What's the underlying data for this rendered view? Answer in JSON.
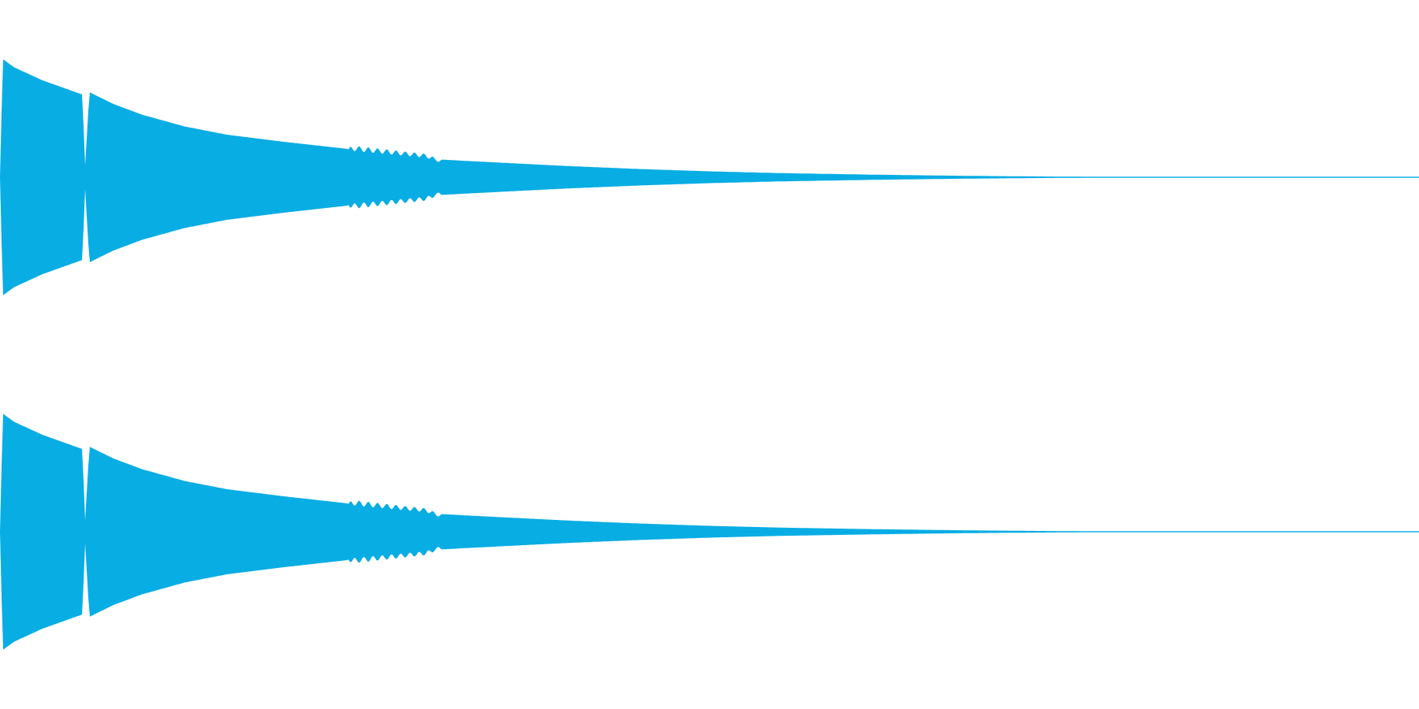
{
  "waveform": {
    "color": "#08ade4",
    "background": "#ffffff",
    "channels": [
      {
        "name": "left"
      },
      {
        "name": "right"
      }
    ],
    "envelope": [
      {
        "t": 0.0,
        "amp": 0.0
      },
      {
        "t": 0.002,
        "amp": 1.0
      },
      {
        "t": 0.01,
        "amp": 0.93
      },
      {
        "t": 0.03,
        "amp": 0.82
      },
      {
        "t": 0.058,
        "amp": 0.7
      },
      {
        "t": 0.06,
        "amp": 0.1
      },
      {
        "t": 0.063,
        "amp": 0.72
      },
      {
        "t": 0.08,
        "amp": 0.62
      },
      {
        "t": 0.1,
        "amp": 0.53
      },
      {
        "t": 0.13,
        "amp": 0.43
      },
      {
        "t": 0.16,
        "amp": 0.36
      },
      {
        "t": 0.2,
        "amp": 0.3
      },
      {
        "t": 0.23,
        "amp": 0.26
      },
      {
        "t": 0.245,
        "amp": 0.24
      },
      {
        "t": 0.248,
        "amp": 0.27
      },
      {
        "t": 0.3,
        "amp": 0.2
      },
      {
        "t": 0.31,
        "amp": 0.15
      },
      {
        "t": 0.35,
        "amp": 0.125
      },
      {
        "t": 0.4,
        "amp": 0.095
      },
      {
        "t": 0.45,
        "amp": 0.07
      },
      {
        "t": 0.5,
        "amp": 0.05
      },
      {
        "t": 0.55,
        "amp": 0.035
      },
      {
        "t": 0.615,
        "amp": 0.022
      },
      {
        "t": 0.68,
        "amp": 0.012
      },
      {
        "t": 0.75,
        "amp": 0.005
      },
      {
        "t": 0.8,
        "amp": 0.002
      },
      {
        "t": 1.0,
        "amp": 0.002
      }
    ],
    "ripple_segment": {
      "t_start": 0.245,
      "t_end": 0.31,
      "depth": 0.18
    }
  }
}
